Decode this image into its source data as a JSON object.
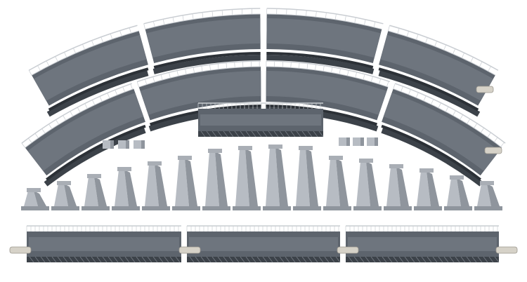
{
  "colors": {
    "background": "#ffffff",
    "deck": "#5d646d",
    "deck_top": "#6e757e",
    "truss": "#3c4249",
    "railing": "#c9cdd2",
    "pier": "#b7bcc3",
    "pier_shade": "#8f959d",
    "connector": "#d6d2c8"
  },
  "pieces": {
    "curved_outer": 4,
    "curved_inner": 4,
    "straight_short": 1,
    "straight_long": 3,
    "piers": 16,
    "small_blocks": 6
  }
}
